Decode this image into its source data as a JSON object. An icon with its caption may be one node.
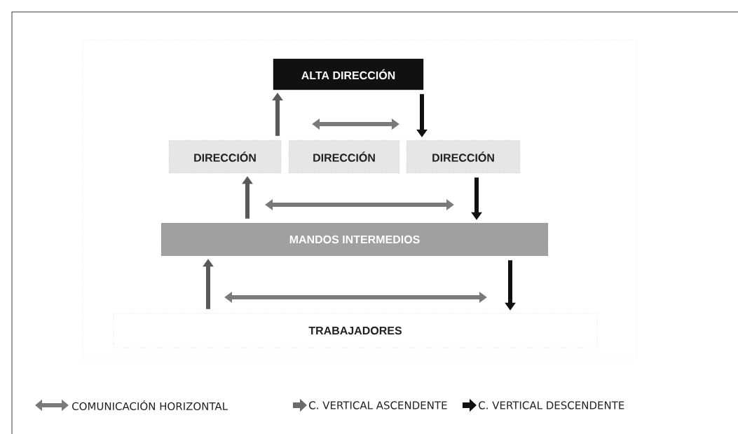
{
  "diagram": {
    "nodes": [
      {
        "text": [
          "ALTA DIRECCIÓN"
        ]
      },
      {
        "text": [
          "DIRECCIÓN"
        ]
      },
      {
        "text": [
          "DIRECCIÓN"
        ]
      },
      {
        "text": [
          "DIRECCIÓN"
        ]
      },
      {
        "text": [
          "MANDOS INTERMEDIOS"
        ]
      },
      {
        "text": [
          "TRABAJADORES"
        ]
      }
    ],
    "edges": [
      {
        "from": 1,
        "to": 0,
        "arrow": "to",
        "color": "#5a5a5a"
      },
      {
        "from": 0,
        "to": 3,
        "arrow": "to",
        "color": "#111111"
      },
      {
        "from": 4,
        "to": 1,
        "arrow": "to",
        "color": "#5a5a5a"
      },
      {
        "from": 3,
        "to": 4,
        "arrow": "to",
        "color": "#111111"
      },
      {
        "from": 5,
        "to": 4,
        "arrow": "to",
        "color": "#5a5a5a"
      },
      {
        "from": 4,
        "to": 5,
        "arrow": "to",
        "color": "#111111"
      }
    ],
    "legend": [
      {
        "text": "COMUNICACIÓN HORIZONTAL"
      },
      {
        "text": "C. VERTICAL ASCENDENTE"
      },
      {
        "text": "C. VERTICAL DESCENDENTE"
      }
    ]
  }
}
